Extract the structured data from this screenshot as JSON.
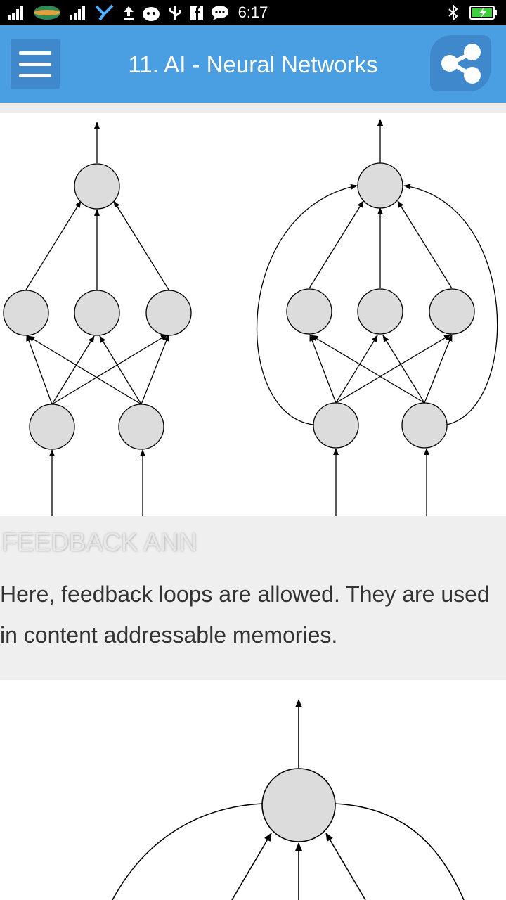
{
  "status_bar": {
    "time": "6:17",
    "left_icons": [
      "signal-icon",
      "carrier-logo-icon",
      "signal-icon",
      "network-share-icon",
      "upload-icon",
      "android-icon",
      "usb-icon",
      "facebook-icon",
      "chat-icon"
    ],
    "right_icons": [
      "bluetooth-icon",
      "battery-charging-icon"
    ]
  },
  "app_bar": {
    "title": "11. AI - Neural Networks",
    "menu_icon": "hamburger-menu-icon",
    "share_icon": "share-icon",
    "color": "#4a9fe2",
    "button_color": "#3f88cc"
  },
  "section": {
    "heading": "FEEDBACK ANN",
    "body": "Here, feedback loops are allowed. They are used in content addressable memories."
  }
}
